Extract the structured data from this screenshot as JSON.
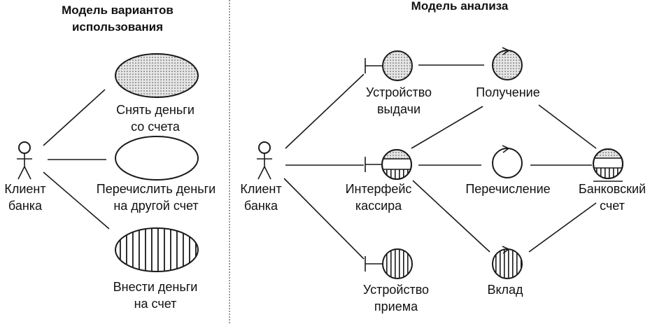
{
  "left_panel": {
    "title_line1": "Модель вариантов",
    "title_line2": "использования",
    "actor": {
      "line1": "Клиент",
      "line2": "банка"
    },
    "use_cases": [
      {
        "line1": "Снять деньги",
        "line2": "со счета",
        "fill": "dotted"
      },
      {
        "line1": "Перечислить деньги",
        "line2": "на другой счет",
        "fill": "none"
      },
      {
        "line1": "Внести деньги",
        "line2": "на счет",
        "fill": "striped"
      }
    ]
  },
  "right_panel": {
    "title": "Модель анализа",
    "actor": {
      "line1": "Клиент",
      "line2": "банка"
    },
    "boundaries": [
      {
        "line1": "Устройство",
        "line2": "выдачи"
      },
      {
        "line1": "Интерфейс",
        "line2": "кассира"
      },
      {
        "line1": "Устройство",
        "line2": "приема"
      }
    ],
    "controls": [
      {
        "line1": "Получение"
      },
      {
        "line1": "Перечисление"
      },
      {
        "line1": "Вклад"
      }
    ],
    "entity": {
      "line1": "Банковский",
      "line2": "счет"
    }
  },
  "colors": {
    "ink": "#1a1a1a",
    "dotted_fill": "#c8c8c8",
    "divider": "#555555"
  }
}
